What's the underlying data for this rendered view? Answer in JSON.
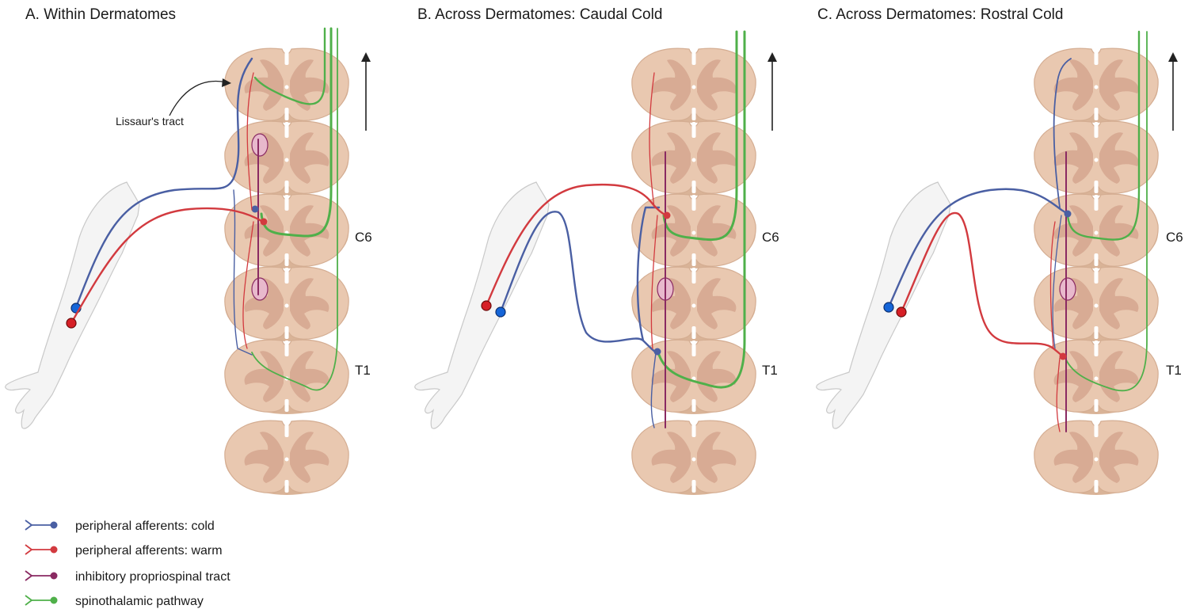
{
  "panels": [
    {
      "id": "A",
      "title": "A. Within Dermatomes",
      "annotation": "Lissaur's tract"
    },
    {
      "id": "B",
      "title": "B. Across Dermatomes: Caudal Cold"
    },
    {
      "id": "C",
      "title": "C. Across Dermatomes: Rostral Cold"
    }
  ],
  "segment_labels": {
    "upper": "C6",
    "lower": "T1"
  },
  "legend": [
    {
      "label": "peripheral afferents: cold",
      "color": "#4a5fa3",
      "icon": "axon-cold-icon"
    },
    {
      "label": "peripheral afferents: warm",
      "color": "#d23a3f",
      "icon": "axon-warm-icon"
    },
    {
      "label": "inhibitory propriospinal tract",
      "color": "#8a2a62",
      "icon": "axon-inhibitory-icon"
    },
    {
      "label": "spinothalamic pathway",
      "color": "#4fb04a",
      "icon": "axon-spinothalamic-icon"
    }
  ],
  "colors": {
    "cold": "#4a5fa3",
    "cold_receptor": "#1565d8",
    "warm": "#d23a3f",
    "warm_receptor": "#d61f26",
    "inhibitory": "#8a2a62",
    "spinothalamic": "#4fb04a",
    "cord": "#e9c8b0",
    "grey_matter": "#d8ab94",
    "interneuron": "#e8b9cc"
  }
}
